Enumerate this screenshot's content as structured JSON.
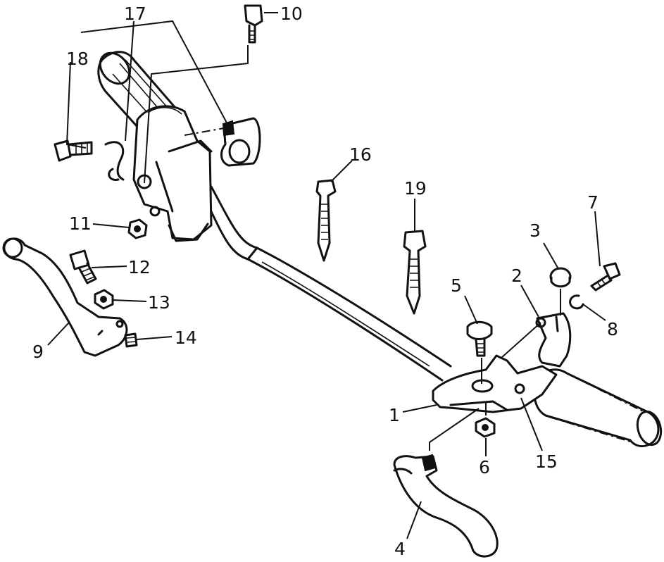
{
  "diagram": {
    "background": "#ffffff",
    "line_color": "#111111",
    "callouts": [
      {
        "id": "c1",
        "text": "1"
      },
      {
        "id": "c2",
        "text": "2"
      },
      {
        "id": "c3",
        "text": "3"
      },
      {
        "id": "c4",
        "text": "4"
      },
      {
        "id": "c5",
        "text": "5"
      },
      {
        "id": "c6",
        "text": "6"
      },
      {
        "id": "c7",
        "text": "7"
      },
      {
        "id": "c8",
        "text": "8"
      },
      {
        "id": "c9",
        "text": "9"
      },
      {
        "id": "c10",
        "text": "10"
      },
      {
        "id": "c11",
        "text": "11"
      },
      {
        "id": "c12",
        "text": "12"
      },
      {
        "id": "c13",
        "text": "13"
      },
      {
        "id": "c14",
        "text": "14"
      },
      {
        "id": "c15",
        "text": "15"
      },
      {
        "id": "c16",
        "text": "16"
      },
      {
        "id": "c17",
        "text": "17"
      },
      {
        "id": "c18",
        "text": "18"
      },
      {
        "id": "c19",
        "text": "19"
      }
    ]
  }
}
